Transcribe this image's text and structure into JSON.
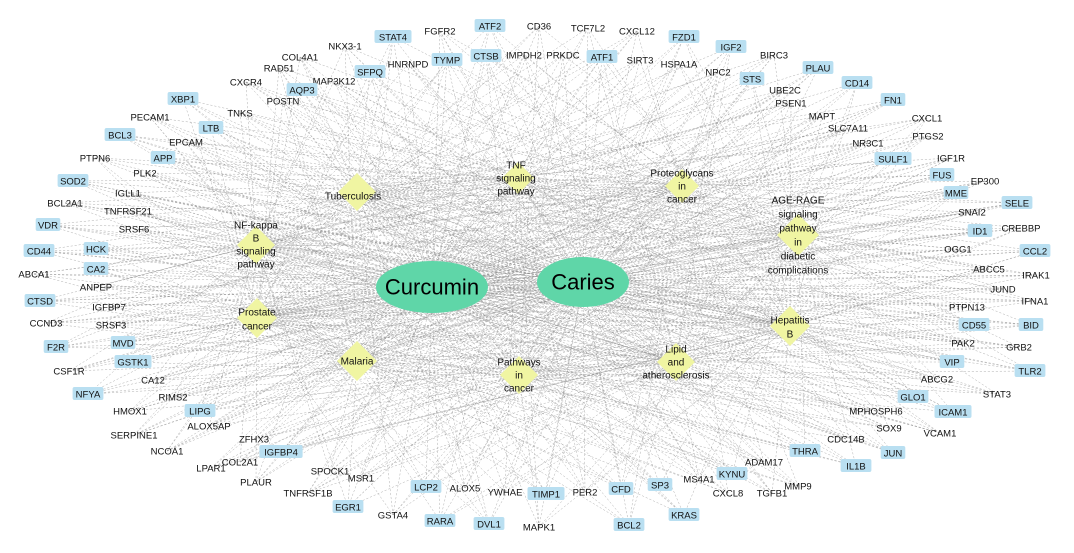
{
  "colors": {
    "hub": "#5fd6a8",
    "pathway": "#f0f5a2",
    "gene_highlight": "#b9dff1",
    "edge": "#8a8a8a"
  },
  "hubs": [
    {
      "id": "curcumin",
      "label": "Curcumin"
    },
    {
      "id": "caries",
      "label": "Caries"
    }
  ],
  "pathways": [
    {
      "id": "tb",
      "lines": [
        "Tuberculosis"
      ]
    },
    {
      "id": "tnf",
      "lines": [
        "TNF",
        "signaling",
        "pathway"
      ]
    },
    {
      "id": "proteo",
      "lines": [
        "Proteoglycans",
        "in",
        "cancer"
      ]
    },
    {
      "id": "agerage",
      "lines": [
        "AGE-RAGE",
        "signaling",
        "pathway",
        "in",
        "diabetic",
        "complications"
      ]
    },
    {
      "id": "nfkb",
      "lines": [
        "NF-kappa",
        "B",
        "signaling",
        "pathway"
      ]
    },
    {
      "id": "prostate",
      "lines": [
        "Prostate",
        "cancer"
      ]
    },
    {
      "id": "hepb",
      "lines": [
        "Hepatitis",
        "B"
      ]
    },
    {
      "id": "malaria",
      "lines": [
        "Malaria"
      ]
    },
    {
      "id": "pathcancer",
      "lines": [
        "Pathways",
        "in",
        "cancer"
      ]
    },
    {
      "id": "lipid",
      "lines": [
        "Lipid",
        "and",
        "atherosclerosis"
      ]
    }
  ],
  "genes": [
    {
      "label": "STAT4",
      "hl": true
    },
    {
      "label": "FGFR2",
      "hl": false
    },
    {
      "label": "ATF2",
      "hl": true
    },
    {
      "label": "CD36",
      "hl": false
    },
    {
      "label": "TCF7L2",
      "hl": false
    },
    {
      "label": "CXCL12",
      "hl": false
    },
    {
      "label": "FZD1",
      "hl": true
    },
    {
      "label": "NKX3-1",
      "hl": false
    },
    {
      "label": "COL4A1",
      "hl": false
    },
    {
      "label": "HNRNPD",
      "hl": false
    },
    {
      "label": "TYMP",
      "hl": true
    },
    {
      "label": "CTSB",
      "hl": true
    },
    {
      "label": "IMPDH2",
      "hl": false
    },
    {
      "label": "PRKDC",
      "hl": false
    },
    {
      "label": "ATF1",
      "hl": true
    },
    {
      "label": "SIRT3",
      "hl": false
    },
    {
      "label": "HSPA1A",
      "hl": false
    },
    {
      "label": "IGF2",
      "hl": true
    },
    {
      "label": "SFPQ",
      "hl": true
    },
    {
      "label": "MAP3K12",
      "hl": false
    },
    {
      "label": "RAD51",
      "hl": false
    },
    {
      "label": "AQP3",
      "hl": true
    },
    {
      "label": "NPC2",
      "hl": false
    },
    {
      "label": "BIRC3",
      "hl": false
    },
    {
      "label": "CXCR4",
      "hl": false
    },
    {
      "label": "POSTN",
      "hl": false
    },
    {
      "label": "STS",
      "hl": true
    },
    {
      "label": "PLAU",
      "hl": true
    },
    {
      "label": "XBP1",
      "hl": true
    },
    {
      "label": "TNKS",
      "hl": false
    },
    {
      "label": "UBE2C",
      "hl": false
    },
    {
      "label": "CD14",
      "hl": true
    },
    {
      "label": "PECAM1",
      "hl": false
    },
    {
      "label": "LTB",
      "hl": true
    },
    {
      "label": "PSEN1",
      "hl": false
    },
    {
      "label": "FN1",
      "hl": true
    },
    {
      "label": "BCL3",
      "hl": true
    },
    {
      "label": "EPCAM",
      "hl": false
    },
    {
      "label": "MAPT",
      "hl": false
    },
    {
      "label": "CXCL1",
      "hl": false
    },
    {
      "label": "PTPN6",
      "hl": false
    },
    {
      "label": "APP",
      "hl": true
    },
    {
      "label": "SLC7A11",
      "hl": false
    },
    {
      "label": "PTGS2",
      "hl": false
    },
    {
      "label": "PLK2",
      "hl": false
    },
    {
      "label": "NR3C1",
      "hl": false
    },
    {
      "label": "SOD2",
      "hl": true
    },
    {
      "label": "SULF1",
      "hl": true
    },
    {
      "label": "IGF1R",
      "hl": false
    },
    {
      "label": "IGLL1",
      "hl": false
    },
    {
      "label": "FUS",
      "hl": true
    },
    {
      "label": "BCL2A1",
      "hl": false
    },
    {
      "label": "TNFRSF21",
      "hl": false
    },
    {
      "label": "EP300",
      "hl": false
    },
    {
      "label": "MME",
      "hl": true
    },
    {
      "label": "SELE",
      "hl": true
    },
    {
      "label": "VDR",
      "hl": true
    },
    {
      "label": "SRSF6",
      "hl": false
    },
    {
      "label": "SNAI2",
      "hl": false
    },
    {
      "label": "CREBBP",
      "hl": false
    },
    {
      "label": "ID1",
      "hl": true
    },
    {
      "label": "CD44",
      "hl": true
    },
    {
      "label": "HCK",
      "hl": true
    },
    {
      "label": "OGG1",
      "hl": false
    },
    {
      "label": "CCL2",
      "hl": true
    },
    {
      "label": "CA2",
      "hl": true
    },
    {
      "label": "ABCC5",
      "hl": false
    },
    {
      "label": "ABCA1",
      "hl": false
    },
    {
      "label": "IRAK1",
      "hl": false
    },
    {
      "label": "ANPEP",
      "hl": false
    },
    {
      "label": "JUND",
      "hl": false
    },
    {
      "label": "CTSD",
      "hl": true
    },
    {
      "label": "IGFBP7",
      "hl": false
    },
    {
      "label": "IFNA1",
      "hl": false
    },
    {
      "label": "PTPN13",
      "hl": false
    },
    {
      "label": "CCND3",
      "hl": false
    },
    {
      "label": "SRSF3",
      "hl": false
    },
    {
      "label": "BID",
      "hl": true
    },
    {
      "label": "CD55",
      "hl": true
    },
    {
      "label": "F2R",
      "hl": true
    },
    {
      "label": "MVD",
      "hl": true
    },
    {
      "label": "PAK2",
      "hl": false
    },
    {
      "label": "GRB2",
      "hl": false
    },
    {
      "label": "GSTK1",
      "hl": true
    },
    {
      "label": "VIP",
      "hl": true
    },
    {
      "label": "CSF1R",
      "hl": false
    },
    {
      "label": "TLR2",
      "hl": true
    },
    {
      "label": "CA12",
      "hl": false
    },
    {
      "label": "ABCG2",
      "hl": false
    },
    {
      "label": "NFYA",
      "hl": true
    },
    {
      "label": "STAT3",
      "hl": false
    },
    {
      "label": "GLO1",
      "hl": true
    },
    {
      "label": "RIMS2",
      "hl": false
    },
    {
      "label": "HMOX1",
      "hl": false
    },
    {
      "label": "LIPG",
      "hl": true
    },
    {
      "label": "MPHOSPH6",
      "hl": false
    },
    {
      "label": "ICAM1",
      "hl": true
    },
    {
      "label": "ALOX5AP",
      "hl": false
    },
    {
      "label": "SOX9",
      "hl": false
    },
    {
      "label": "VCAM1",
      "hl": false
    },
    {
      "label": "SERPINE1",
      "hl": false
    },
    {
      "label": "ZFHX3",
      "hl": false
    },
    {
      "label": "CDC14B",
      "hl": false
    },
    {
      "label": "THRA",
      "hl": true
    },
    {
      "label": "JUN",
      "hl": true
    },
    {
      "label": "NCOA1",
      "hl": false
    },
    {
      "label": "IGFBP4",
      "hl": true
    },
    {
      "label": "ADAM17",
      "hl": false
    },
    {
      "label": "IL1B",
      "hl": true
    },
    {
      "label": "COL2A1",
      "hl": false
    },
    {
      "label": "MMP9",
      "hl": false
    },
    {
      "label": "LPAR1",
      "hl": false
    },
    {
      "label": "SPOCK1",
      "hl": false
    },
    {
      "label": "KYNU",
      "hl": true
    },
    {
      "label": "TGFB1",
      "hl": false
    },
    {
      "label": "PLAUR",
      "hl": false
    },
    {
      "label": "MSR1",
      "hl": false
    },
    {
      "label": "CFD",
      "hl": true
    },
    {
      "label": "SP3",
      "hl": true
    },
    {
      "label": "MS4A1",
      "hl": false
    },
    {
      "label": "CXCL8",
      "hl": false
    },
    {
      "label": "TNFRSF1B",
      "hl": false
    },
    {
      "label": "LCP2",
      "hl": true
    },
    {
      "label": "ALOX5",
      "hl": false
    },
    {
      "label": "YWHAE",
      "hl": false
    },
    {
      "label": "TIMP1",
      "hl": true
    },
    {
      "label": "PER2",
      "hl": false
    },
    {
      "label": "EGR1",
      "hl": true
    },
    {
      "label": "GSTA4",
      "hl": false
    },
    {
      "label": "RARA",
      "hl": true
    },
    {
      "label": "DVL1",
      "hl": true
    },
    {
      "label": "MAPK1",
      "hl": false
    },
    {
      "label": "BCL2",
      "hl": true
    },
    {
      "label": "KRAS",
      "hl": true
    }
  ]
}
